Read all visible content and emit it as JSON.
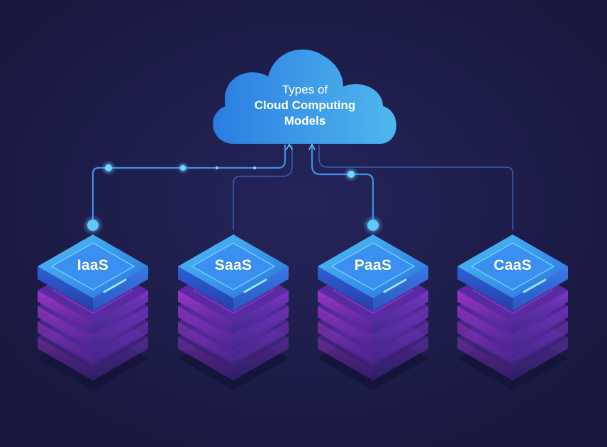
{
  "cloud": {
    "line1": "Types of",
    "line2": "Cloud Computing",
    "line3": "Models"
  },
  "servers": [
    {
      "label": "IaaS"
    },
    {
      "label": "SaaS"
    },
    {
      "label": "PaaS"
    },
    {
      "label": "CaaS"
    }
  ],
  "colors": {
    "background": "#1b1a44",
    "cloud_light": "#4fb7ee",
    "cloud_dark": "#2a7de0",
    "server_top": "#3a9ff0",
    "server_layers": "#7a2fb0",
    "connector": "#3e90e8",
    "node_glow": "#5fd0ff"
  }
}
